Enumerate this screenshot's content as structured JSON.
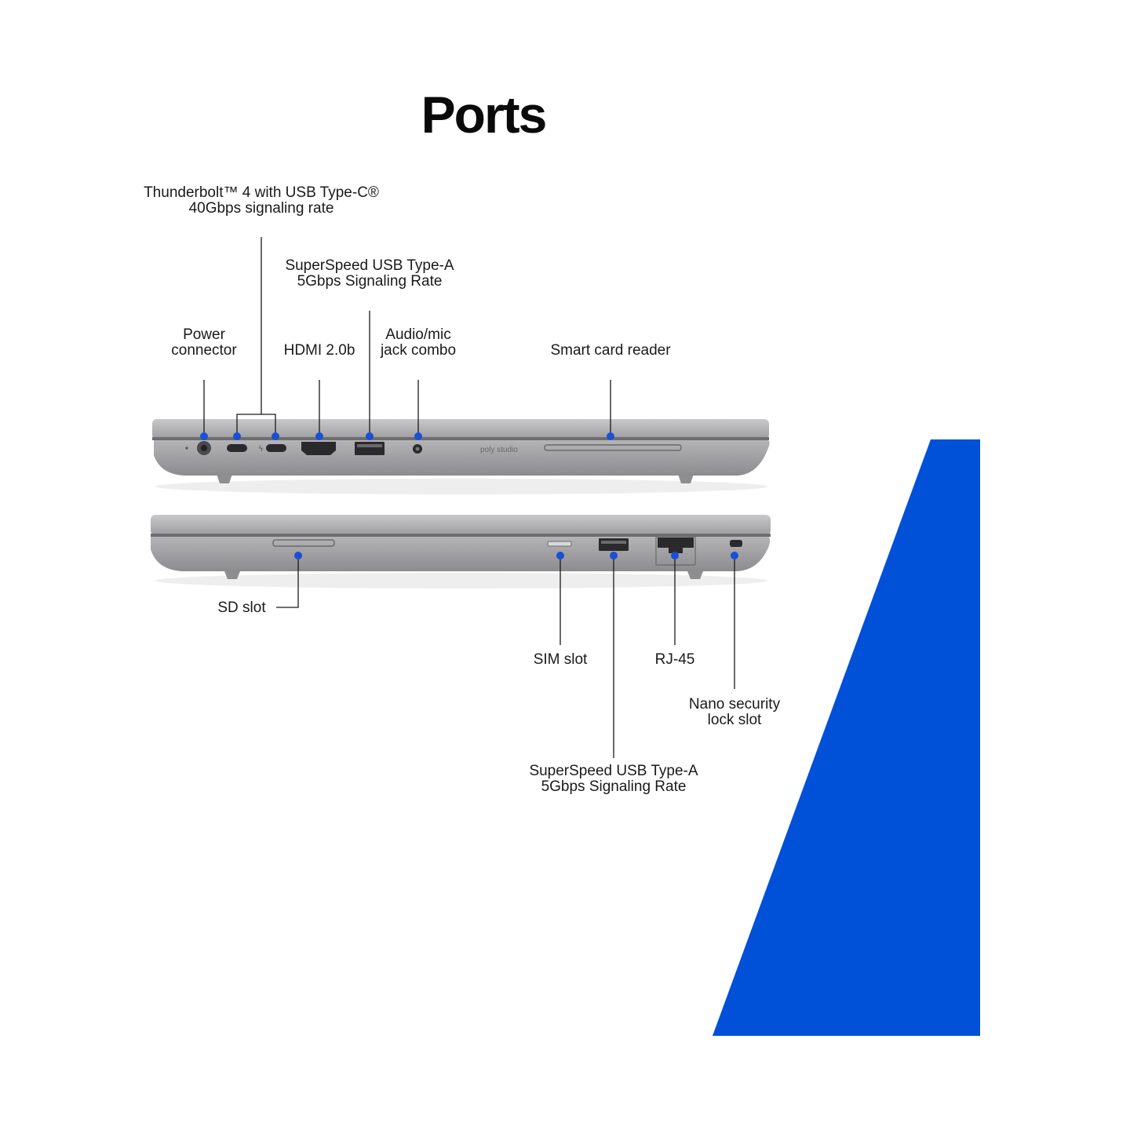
{
  "title": "Ports",
  "brand_logo_text": "poly studio",
  "colors": {
    "accent_blue": "#0050d8",
    "chassis": "#9a9a9c",
    "marker": "#1a4fd6"
  },
  "labels": {
    "thunderbolt": [
      "Thunderbolt™ 4 with USB Type-C®",
      "40Gbps signaling rate"
    ],
    "usb_a_left": [
      "SuperSpeed USB Type-A",
      "5Gbps Signaling Rate"
    ],
    "power": [
      "Power",
      "connector"
    ],
    "hdmi": [
      "HDMI 2.0b"
    ],
    "audio": [
      "Audio/mic",
      "jack combo"
    ],
    "smart_card": [
      "Smart card reader"
    ],
    "sd_slot": [
      "SD slot"
    ],
    "sim_slot": [
      "SIM slot"
    ],
    "rj45": [
      "RJ-45"
    ],
    "nano_lock": [
      "Nano security",
      "lock slot"
    ],
    "usb_a_right": [
      "SuperSpeed USB Type-A",
      "5Gbps Signaling Rate"
    ]
  }
}
